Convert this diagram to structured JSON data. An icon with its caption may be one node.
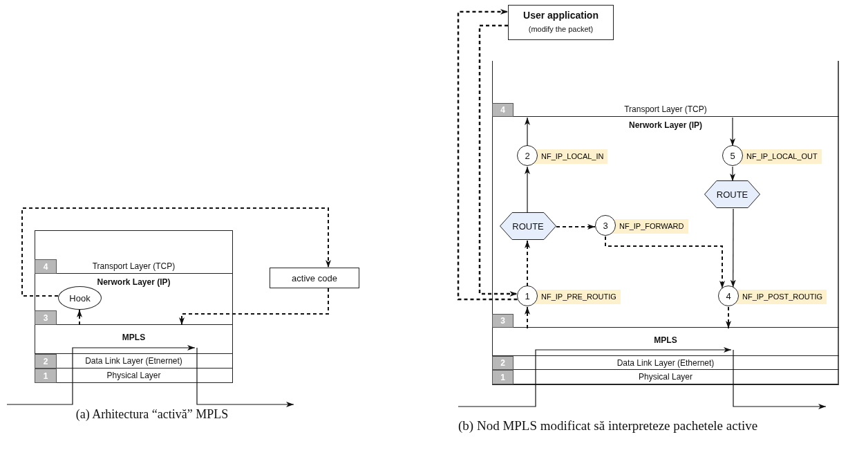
{
  "diagram": {
    "nodes": [
      {
        "text": [],
        "shape": "box"
      },
      {
        "text": [
          "Transport Layer (TCP)"
        ],
        "in": 0
      },
      {
        "text": [
          "4"
        ],
        "in": 1
      },
      {
        "text": [
          "Nerwork Layer (IP)"
        ],
        "in": 0
      },
      {
        "text": [
          "Hook"
        ],
        "in": 3
      },
      {
        "text": [
          "3"
        ],
        "in": 3
      },
      {
        "text": [
          "MPLS"
        ],
        "in": 0
      },
      {
        "text": [
          "Data Link Layer (Etnernet)"
        ],
        "in": 0
      },
      {
        "text": [
          "2"
        ],
        "in": 7
      },
      {
        "text": [
          "Physical Layer"
        ],
        "in": 0
      },
      {
        "text": [
          "1"
        ],
        "in": 9
      },
      {
        "text": [
          "active code"
        ]
      },
      {
        "text": [
          "User application",
          "(modify the packet)"
        ]
      },
      {
        "text": [],
        "shape": "box"
      },
      {
        "text": [
          "Transport Layer (TCP)"
        ],
        "in": 13
      },
      {
        "text": [
          "4"
        ],
        "in": 14
      },
      {
        "text": [
          "Nerwork Layer (IP)"
        ],
        "in": 13
      },
      {
        "text": [
          "2"
        ],
        "beside": [
          "NF_IP_LOCAL_IN"
        ],
        "in": 16
      },
      {
        "text": [
          "5"
        ],
        "beside": [
          "NF_IP_LOCAL_OUT"
        ],
        "in": 16
      },
      {
        "text": [
          "ROUTE"
        ],
        "in": 16
      },
      {
        "text": [
          "ROUTE"
        ],
        "in": 16
      },
      {
        "text": [
          "3"
        ],
        "beside": [
          "NF_IP_FORWARD"
        ],
        "in": 16
      },
      {
        "text": [
          "1"
        ],
        "beside": [
          "NF_IP_PRE_ROUTIG"
        ],
        "in": 16
      },
      {
        "text": [
          "4"
        ],
        "beside": [
          "NF_IP_POST_ROUTIG"
        ],
        "in": 16
      },
      {
        "text": [
          "3"
        ],
        "in": 16
      },
      {
        "text": [
          "MPLS"
        ],
        "in": 13
      },
      {
        "text": [
          "Data Link Layer (Ethernet)"
        ],
        "in": 13
      },
      {
        "text": [
          "2"
        ],
        "in": 26
      },
      {
        "text": [
          "Physical Layer"
        ],
        "in": 13
      },
      {
        "text": [
          "1"
        ],
        "in": 28
      }
    ],
    "edges": [
      {
        "from": null,
        "to": 6,
        "arrow": "to"
      },
      {
        "from": 6,
        "to": null,
        "arrow": "to"
      },
      {
        "from": 6,
        "to": 4,
        "arrow": "to",
        "style": "dashed"
      },
      {
        "from": 4,
        "to": 11,
        "arrow": "to",
        "style": "dashed"
      },
      {
        "from": 11,
        "to": 6,
        "arrow": "to",
        "style": "dashed"
      },
      {
        "from": null,
        "to": 25,
        "arrow": "to"
      },
      {
        "from": 25,
        "to": null,
        "arrow": "to"
      },
      {
        "from": 25,
        "to": 22,
        "arrow": "to",
        "style": "dashed"
      },
      {
        "from": 22,
        "to": 20,
        "arrow": "to",
        "style": "dashed"
      },
      {
        "from": 20,
        "to": 17,
        "arrow": "to"
      },
      {
        "from": 17,
        "to": 14,
        "arrow": "to"
      },
      {
        "from": 14,
        "to": 18,
        "arrow": "to"
      },
      {
        "from": 18,
        "to": 19,
        "arrow": "to"
      },
      {
        "from": 19,
        "to": 23,
        "arrow": "to"
      },
      {
        "from": 20,
        "to": 21,
        "arrow": "to",
        "style": "dashed"
      },
      {
        "from": 21,
        "to": 23,
        "arrow": "to",
        "style": "dashed"
      },
      {
        "from": 23,
        "to": 25,
        "arrow": "to",
        "style": "dashed"
      },
      {
        "from": 22,
        "to": 12,
        "arrow": "to",
        "style": "dashed"
      },
      {
        "from": 12,
        "to": 22,
        "arrow": "to",
        "style": "dashed"
      }
    ],
    "labels": [
      "(a) Arhitectura “activă” MPLS",
      "(b) Nod MPLS modificat să interpreteze pachetele active"
    ]
  }
}
